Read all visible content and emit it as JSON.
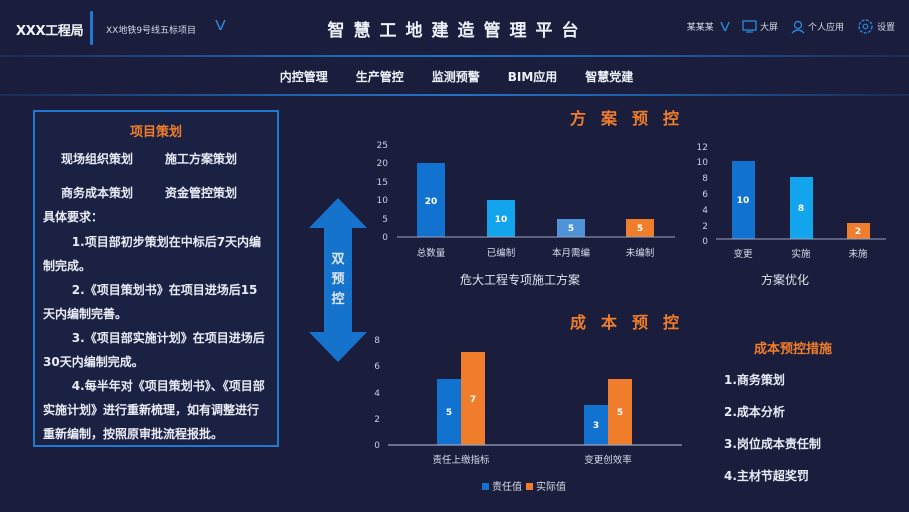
{
  "header": {
    "org": "XXX工程局",
    "project": "XX地铁9号线五标项目",
    "project_chevron": "V",
    "title": "智慧工地建造管理平台",
    "user": "某某某",
    "user_chevron": "V",
    "screen_label": "大屏",
    "profile_label": "个人应用",
    "settings_label": "设置"
  },
  "nav": {
    "items": [
      {
        "label": "内控管理"
      },
      {
        "label": "生产管控"
      },
      {
        "label": "监测预警"
      },
      {
        "label": "BIM应用"
      },
      {
        "label": "智慧党建"
      }
    ]
  },
  "left_panel": {
    "title": "项目策划",
    "items": [
      "现场组织策划",
      "施工方案策划",
      "商务成本策划",
      "资金管控策划"
    ],
    "req_title": "具体要求：",
    "requirements": [
      "1.项目部初步策划在中标后7天内编制完成。",
      "2.《项目策划书》在项目进场后15天内编制完善。",
      "3.《项目部实施计划》在项目进场后30天内编制完成。",
      "4.每半年对《项目策划书》、《项目部实施计划》进行重新梳理，如有调整进行重新编制，按照原审批流程报批。"
    ]
  },
  "arrow": {
    "label_chars": [
      "双",
      "预",
      "控"
    ]
  },
  "plan_control": {
    "title": "方案预控"
  },
  "cost_control": {
    "title": "成本预控"
  },
  "cost_measures": {
    "title": "成本预控措施",
    "items": [
      "1.商务策划",
      "2.成本分析",
      "3.岗位成本责任制",
      "4.主材节超奖罚"
    ]
  },
  "colors": {
    "background": "#1a1e3c",
    "accent_orange": "#ef7d2b",
    "blue_dark": "#1173cf",
    "blue_light": "#13a4ee",
    "blue_pale": "#4f93d8",
    "border_blue": "#1f78d1"
  },
  "chart_data": [
    {
      "type": "bar",
      "title": "危大工程专项施工方案",
      "categories": [
        "总数量",
        "已编制",
        "本月需编",
        "未编制"
      ],
      "values": [
        20,
        10,
        5,
        5
      ],
      "colors": [
        "#1173cf",
        "#13a4ee",
        "#4f93d8",
        "#ef7d2b"
      ],
      "ylim": [
        0,
        25
      ],
      "yticks": [
        0,
        5,
        10,
        15,
        20,
        25
      ],
      "xlabel": "危大工程专项施工方案",
      "ylabel": "",
      "grid": false
    },
    {
      "type": "bar",
      "title": "方案优化",
      "categories": [
        "变更",
        "实施",
        "未施"
      ],
      "values": [
        10,
        8,
        2
      ],
      "colors": [
        "#1173cf",
        "#13a4ee",
        "#ef7d2b"
      ],
      "ylim": [
        0,
        12
      ],
      "yticks": [
        0,
        2,
        4,
        6,
        8,
        10,
        12
      ],
      "xlabel": "方案优化",
      "ylabel": "",
      "grid": false
    },
    {
      "type": "bar",
      "title": "成本预控",
      "categories": [
        "责任上缴指标",
        "变更创效率"
      ],
      "series": [
        {
          "name": "责任值",
          "values": [
            5,
            3
          ],
          "color": "#1173cf"
        },
        {
          "name": "实际值",
          "values": [
            7,
            5
          ],
          "color": "#ef7d2b"
        }
      ],
      "ylim": [
        0,
        8
      ],
      "yticks": [
        0,
        2,
        4,
        6,
        8
      ],
      "legend_position": "bottom",
      "grid": false
    }
  ]
}
